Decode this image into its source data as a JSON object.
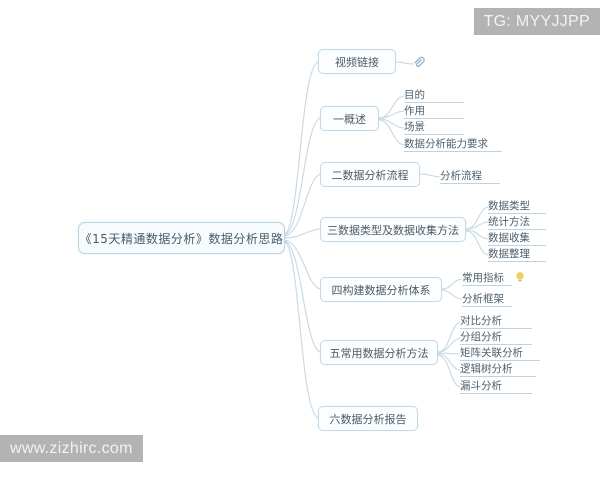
{
  "mindmap": {
    "root": {
      "label": "《15天精通数据分析》数据分析思路"
    },
    "branches": [
      {
        "label": "视频链接",
        "icon": "attachment-icon",
        "children": []
      },
      {
        "label": "一概述",
        "children": [
          {
            "label": "目的"
          },
          {
            "label": "作用"
          },
          {
            "label": "场景"
          },
          {
            "label": "数据分析能力要求"
          }
        ]
      },
      {
        "label": "二数据分析流程",
        "children": [
          {
            "label": "分析流程"
          }
        ]
      },
      {
        "label": "三数据类型及数据收集方法",
        "children": [
          {
            "label": "数据类型"
          },
          {
            "label": "统计方法"
          },
          {
            "label": "数据收集"
          },
          {
            "label": "数据整理"
          }
        ]
      },
      {
        "label": "四构建数据分析体系",
        "children": [
          {
            "label": "常用指标",
            "icon": "lightbulb-icon"
          },
          {
            "label": "分析框架"
          }
        ]
      },
      {
        "label": "五常用数据分析方法",
        "children": [
          {
            "label": "对比分析"
          },
          {
            "label": "分组分析"
          },
          {
            "label": "矩阵关联分析"
          },
          {
            "label": "逻辑树分析"
          },
          {
            "label": "漏斗分析"
          }
        ]
      },
      {
        "label": "六数据分析报告",
        "children": []
      }
    ]
  },
  "watermarks": {
    "top_right": "TG: MYYJJPP",
    "bottom_left": "www.zizhirc.com"
  },
  "colors": {
    "background": "#ffffff",
    "connector": "#c6d8e2",
    "node_border": "#c2dae8",
    "root_border": "#b9d4e3",
    "root_fill": "#f7fbfd",
    "text": "#4d5c68",
    "watermark_bg": "#b3b3b3",
    "watermark_text": "#f2f2f2",
    "icon_accent": "#e8c84a"
  }
}
